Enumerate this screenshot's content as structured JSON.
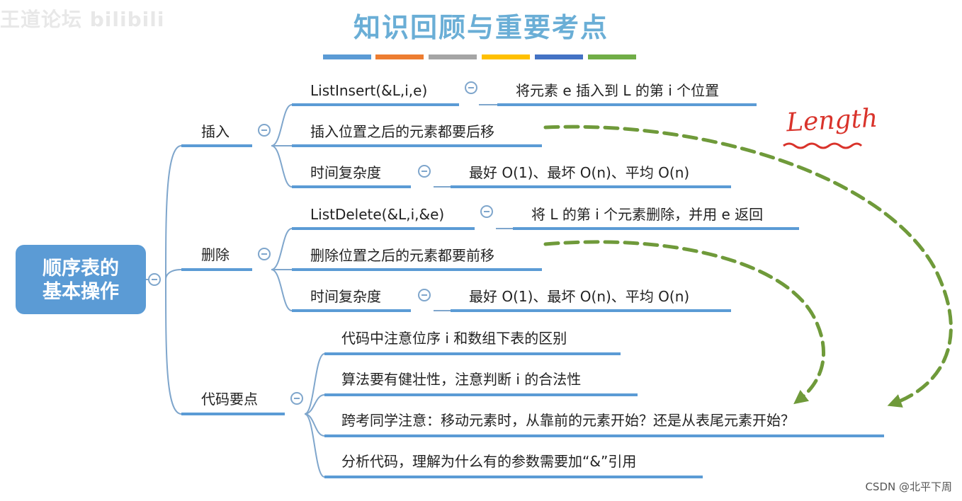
{
  "page_title": "知识回顾与重要考点",
  "watermark_top_left": "王道论坛 bilibili",
  "watermark_bottom_right": "CSDN @北平下周",
  "title_bar_colors": [
    "#5b9bd5",
    "#ed7d31",
    "#a5a5a5",
    "#ffc000",
    "#4472c4",
    "#70ad47"
  ],
  "root": {
    "line1": "顺序表的",
    "line2": "基本操作",
    "color": "#5b9bd5"
  },
  "branches": {
    "insert": {
      "label": "插入",
      "signature": "ListInsert(&L,i,e)",
      "signature_desc": "将元素 e 插入到 L 的第 i 个位置",
      "shift_note": "插入位置之后的元素都要后移",
      "complexity_label": "时间复杂度",
      "complexity_desc": "最好 O(1)、最坏 O(n)、平均 O(n)"
    },
    "delete": {
      "label": "删除",
      "signature": "ListDelete(&L,i,&e)",
      "signature_desc": "将 L 的第 i 个元素删除，并用 e 返回",
      "shift_note": "删除位置之后的元素都要前移",
      "complexity_label": "时间复杂度",
      "complexity_desc": "最好 O(1)、最坏 O(n)、平均 O(n)"
    },
    "code": {
      "label": "代码要点",
      "items": [
        "代码中注意位序 i 和数组下表的区别",
        "算法要有健壮性，注意判断 i 的合法性",
        "跨考同学注意：移动元素时，从靠前的元素开始？还是从表尾元素开始？",
        "分析代码，理解为什么有的参数需要加“&”引用"
      ]
    }
  },
  "annotation": "Length",
  "colors": {
    "line": "#7fa6cc",
    "underline": "#5b9bd5",
    "arrow": "#6f9a3a",
    "handwriting": "#d9332b"
  }
}
